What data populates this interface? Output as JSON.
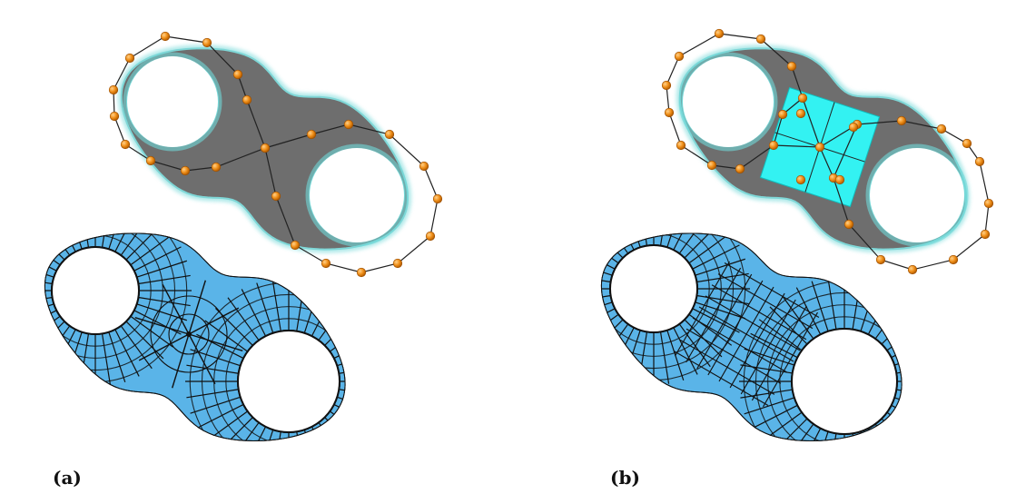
{
  "figure": {
    "panels": [
      {
        "label": "(a)",
        "singular_vertex": "star",
        "square_patch": false
      },
      {
        "label": "(b)",
        "singular_vertex": "none",
        "square_patch": true
      }
    ]
  },
  "colors": {
    "grey_surface": "#6e6e6e",
    "surface_rim": "#6fd8d8",
    "skeleton_node": "#f0901a",
    "skeleton_edge": "#222222",
    "mesh_fill": "#5ab4e8",
    "mesh_line": "#111111",
    "square_patch": "#33f2f2",
    "background": "#ffffff"
  },
  "icons": {
    "node": "orange-sphere-node",
    "patch": "cyan-quad-patch"
  }
}
